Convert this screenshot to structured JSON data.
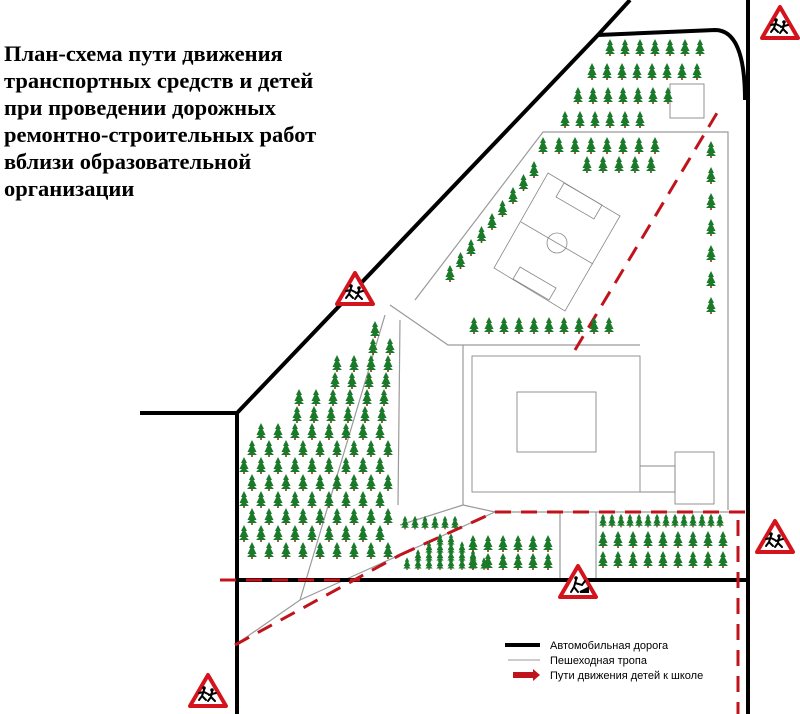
{
  "title_lines": [
    "План-схема пути движения",
    "транспортных средств и детей",
    "при проведении дорожных",
    "ремонтно-строительных работ",
    "вблизи образовательной",
    "организации"
  ],
  "legend": {
    "road": "Автомобильная дорога",
    "footpath": "Пешеходная тропа",
    "children_route": "Пути движения детей к школе"
  },
  "colors": {
    "road": "#000000",
    "footpath": "#9a9a9a",
    "route": "#c0141c",
    "tree": "#1a7a2a",
    "trunk": "#7a3a1a",
    "sign_border": "#d4141c"
  },
  "icons": {
    "warning_sign": "children-crossing-sign-icon",
    "roadworks_sign": "roadworks-sign-icon",
    "tree": "tree-icon"
  }
}
